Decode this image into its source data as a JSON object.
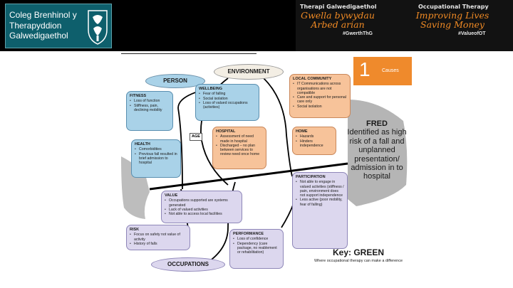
{
  "header": {
    "logo_text": "Coleg Brenhinol y Therapyddion Galwedigaethol",
    "welsh_title": "Therapi Galwedigaethol",
    "welsh_slogan_1": "Gwella bywydau",
    "welsh_slogan_2": "Arbed arian",
    "welsh_hashtag": "#GwerthThG",
    "english_title": "Occupational Therapy",
    "english_slogan_1": "Improving Lives",
    "english_slogan_2": "Saving Money",
    "english_hashtag": "#ValueofOT"
  },
  "diagram": {
    "nodes": {
      "person": "PERSON",
      "environment": "ENVIRONMENT",
      "occupations": "OCCUPATIONS",
      "age": "AGE"
    },
    "causes": {
      "number": "1",
      "label": "Causes"
    },
    "fred": {
      "name": "FRED",
      "text": "Identified as high risk of a fall and unplanned presentation/ admission in to hospital"
    },
    "boxes": {
      "wellbeing": {
        "title": "WELLBEING",
        "items": [
          "Fear of falling",
          "Social isolation",
          "Loss of valued occupations (activities)"
        ]
      },
      "fitness": {
        "title": "FITNESS",
        "items": [
          "Loss of function",
          "Stiffness, pain, declining mobility"
        ]
      },
      "health": {
        "title": "HEALTH",
        "items": [
          "Comorbidities",
          "Previous fall resulted in brief admission to hospital"
        ]
      },
      "local_community": {
        "title": "LOCAL COMMUNITY",
        "items": [
          "IT Communications across organisations are not compatible",
          "Care and support for personal care only",
          "Social isolation"
        ]
      },
      "hospital": {
        "title": "HOSPITAL",
        "items": [
          "Assessment of need made in hospital",
          "Discharged – no plan between services to review need once home"
        ]
      },
      "home": {
        "title": "HOME",
        "items": [
          "Hazards",
          "Hinders independence"
        ]
      },
      "participation": {
        "title": "PARTICIPATION",
        "items": [
          "Not able to engage in valued activities (stiffness / pain, environment does not support independence",
          "Less active (poor mobility, fear of falling)"
        ]
      },
      "value": {
        "title": "VALUE",
        "items": [
          "Occupations supported are systems generated",
          "Lack of valued activities",
          "Not able to access local facilities"
        ]
      },
      "risk": {
        "title": "RISK",
        "items": [
          "Focus on safety not value of activity",
          "History of falls"
        ]
      },
      "performance": {
        "title": "PERFORMANCE",
        "items": [
          "Loss of confidence",
          "Dependency (care package, no reablement or rehabilitation)"
        ]
      }
    },
    "key": {
      "prefix": "Key: ",
      "green": "GREEN",
      "note": "Where occupational therapy can make a difference"
    },
    "colors": {
      "person_box": "#a9d2e8",
      "environment_box": "#f7c39a",
      "occupation_box": "#dcd7ee",
      "causes": "#ef8a2c",
      "header_bg": "#000000",
      "logo_bg": "#0e5f6c",
      "slogan": "#f08a24"
    }
  }
}
